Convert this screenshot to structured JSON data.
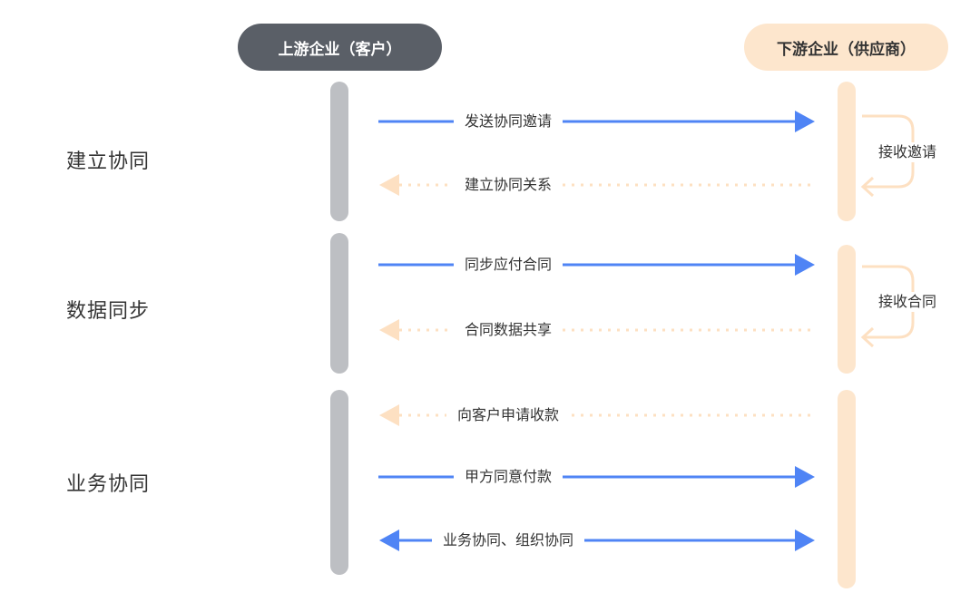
{
  "lanes": {
    "upstream": "上游企业（客户）",
    "downstream": "下游企业（供应商）"
  },
  "phases": [
    "建立协同",
    "数据同步",
    "业务协同"
  ],
  "messages": [
    {
      "text": "发送协同邀请",
      "direction": "right"
    },
    {
      "text": "建立协同关系",
      "direction": "left"
    },
    {
      "text": "同步应付合同",
      "direction": "right"
    },
    {
      "text": "合同数据共享",
      "direction": "left"
    },
    {
      "text": "向客户申请收款",
      "direction": "left"
    },
    {
      "text": "甲方同意付款",
      "direction": "right"
    },
    {
      "text": "业务协同、组织协同",
      "direction": "both"
    }
  ],
  "receipts": [
    "接收邀请",
    "接收合同"
  ],
  "colors": {
    "solid_arrow": "#4f84f5",
    "dotted_arrow": "#fde0c2",
    "upstream_bar": "#bdbfc3",
    "downstream_bar": "#fde6cd",
    "upstream_pill": "#5a5f67",
    "downstream_pill": "#fde6cd"
  }
}
